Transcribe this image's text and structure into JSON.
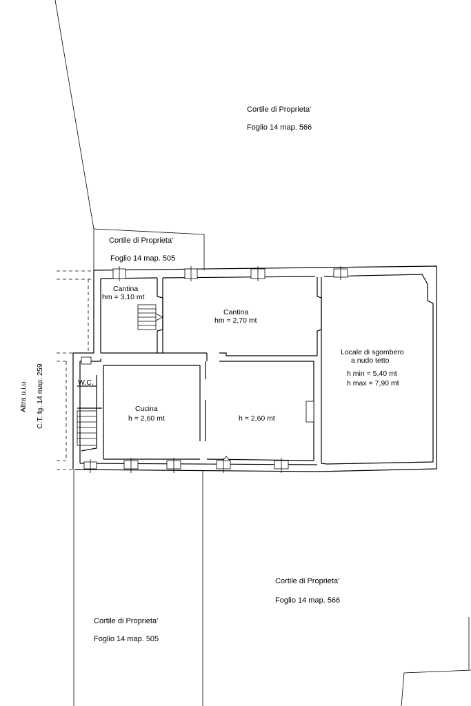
{
  "labels": {
    "cortile_top": "Cortile di Proprieta'",
    "foglio_top": "Foglio 14 map. 566",
    "cortile_505_top": "Cortile di Proprieta'",
    "foglio_505_top": "Foglio 14 map. 505",
    "cantina_small": "Cantina",
    "cantina_small_h": "hm = 3,10 mt",
    "cantina_big": "Cantina",
    "cantina_big_h": "hm = 2,70 mt",
    "locale_1": "Locale di sgombero",
    "locale_2": "a nudo tetto",
    "locale_hmin": "h min = 5,40 mt",
    "locale_hmax": "h max = 7,90 mt",
    "wc": "W.C.",
    "cucina": "Cucina",
    "cucina_h": "h = 2,60 mt",
    "room_h": "h = 2,60 mt",
    "altra_1": "Altra u.i.u.",
    "altra_2": "C.T. fg. 14 map. 259",
    "cortile_566_bottom": "Cortile di Proprieta'",
    "foglio_566_bottom": "Foglio 14 map. 566",
    "cortile_505_bottom": "Cortile di Proprieta'",
    "foglio_505_bottom": "Foglio 14 map. 505"
  }
}
